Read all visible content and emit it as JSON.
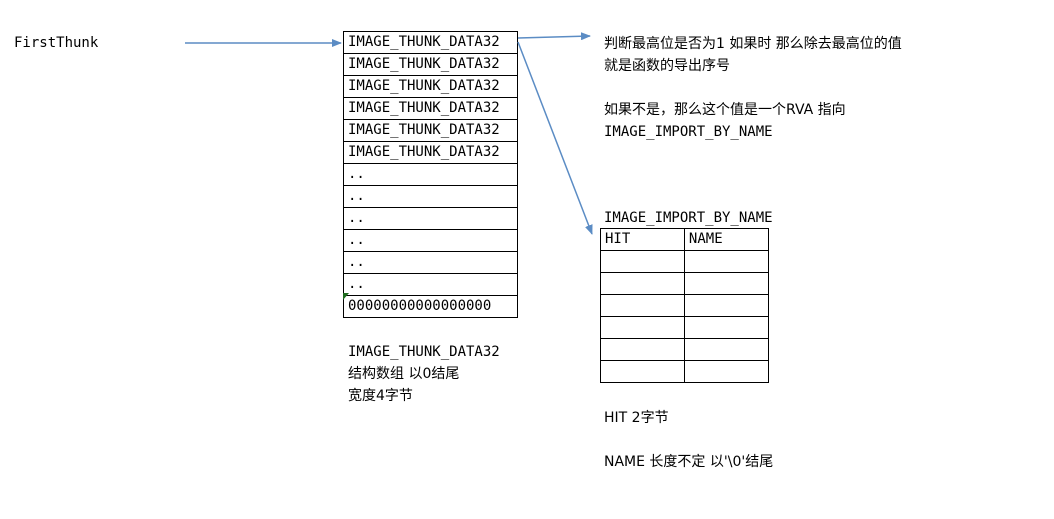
{
  "first_thunk_label": "FirstThunk",
  "thunk_rows": [
    "IMAGE_THUNK_DATA32",
    "IMAGE_THUNK_DATA32",
    "IMAGE_THUNK_DATA32",
    "IMAGE_THUNK_DATA32",
    "IMAGE_THUNK_DATA32",
    "IMAGE_THUNK_DATA32",
    "..",
    "..",
    "..",
    "..",
    "..",
    "..",
    "00000000000000000"
  ],
  "thunk_caption": {
    "line1": "IMAGE_THUNK_DATA32",
    "line2": "结构数组 以0结尾",
    "line3": "宽度4字节"
  },
  "note_top": {
    "line1": "判断最高位是否为1 如果时 那么除去最高位的值",
    "line2": "就是函数的导出序号",
    "line3": "如果不是，那么这个值是一个RVA 指向",
    "line4": "IMAGE_IMPORT_BY_NAME"
  },
  "ibn_title": "IMAGE_IMPORT_BY_NAME",
  "ibn_headers": [
    "HIT",
    "NAME"
  ],
  "ibn_empty_rows": 6,
  "ibn_notes": {
    "hit": "HIT 2字节",
    "name": "NAME 长度不定 以'\\0'结尾"
  },
  "arrow_color": "#5b8cc4"
}
